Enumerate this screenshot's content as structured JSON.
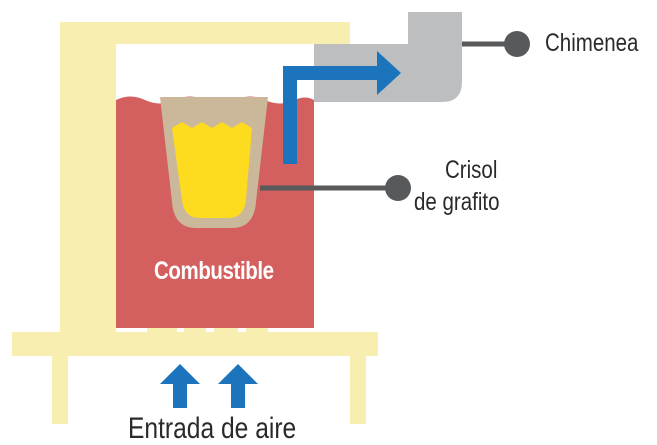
{
  "labels": {
    "chimenea": "Chimenea",
    "crisol_line1": "Crisol",
    "crisol_line2": "de grafito",
    "combustible": "Combustible",
    "entrada": "Entrada de aire"
  },
  "colors": {
    "wall": "#f8eeb0",
    "fuel": "#d35f5f",
    "crucible_wall": "#cbb89a",
    "molten_metal": "#fddb1f",
    "flow_arrow": "#1c75bc",
    "chimney": "#bdbec0",
    "callout": "#58595b"
  }
}
